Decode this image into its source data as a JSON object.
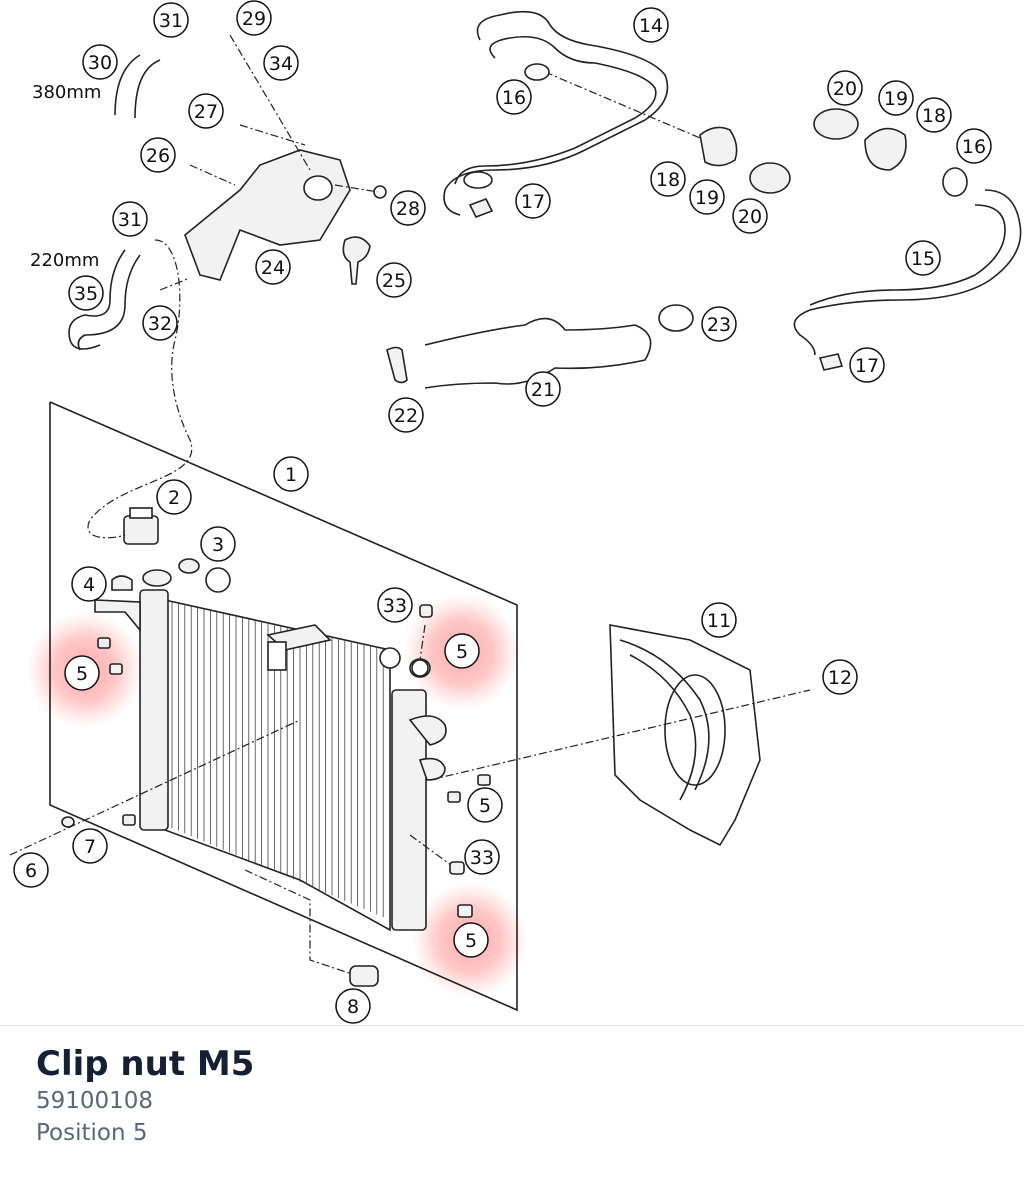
{
  "diagram": {
    "callouts": [
      {
        "id": "c31a",
        "label": "31"
      },
      {
        "id": "c29",
        "label": "29"
      },
      {
        "id": "c30",
        "label": "30"
      },
      {
        "id": "c34",
        "label": "34"
      },
      {
        "id": "c27",
        "label": "27"
      },
      {
        "id": "c26",
        "label": "26"
      },
      {
        "id": "c28",
        "label": "28"
      },
      {
        "id": "c31b",
        "label": "31"
      },
      {
        "id": "c24",
        "label": "24"
      },
      {
        "id": "c25",
        "label": "25"
      },
      {
        "id": "c35",
        "label": "35"
      },
      {
        "id": "c32",
        "label": "32"
      },
      {
        "id": "c14",
        "label": "14"
      },
      {
        "id": "c16a",
        "label": "16"
      },
      {
        "id": "c18a",
        "label": "18"
      },
      {
        "id": "c19a",
        "label": "19"
      },
      {
        "id": "c20a",
        "label": "20"
      },
      {
        "id": "c17a",
        "label": "17"
      },
      {
        "id": "c20b",
        "label": "20"
      },
      {
        "id": "c19b",
        "label": "19"
      },
      {
        "id": "c18b",
        "label": "18"
      },
      {
        "id": "c16b",
        "label": "16"
      },
      {
        "id": "c15",
        "label": "15"
      },
      {
        "id": "c17b",
        "label": "17"
      },
      {
        "id": "c23",
        "label": "23"
      },
      {
        "id": "c21",
        "label": "21"
      },
      {
        "id": "c22",
        "label": "22"
      },
      {
        "id": "c1",
        "label": "1"
      },
      {
        "id": "c2",
        "label": "2"
      },
      {
        "id": "c3",
        "label": "3"
      },
      {
        "id": "c4",
        "label": "4"
      },
      {
        "id": "c33a",
        "label": "33"
      },
      {
        "id": "c5a",
        "label": "5"
      },
      {
        "id": "c5b",
        "label": "5"
      },
      {
        "id": "c11",
        "label": "11"
      },
      {
        "id": "c12",
        "label": "12"
      },
      {
        "id": "c5c",
        "label": "5"
      },
      {
        "id": "c7",
        "label": "7"
      },
      {
        "id": "c6",
        "label": "6"
      },
      {
        "id": "c33b",
        "label": "33"
      },
      {
        "id": "c5d",
        "label": "5"
      },
      {
        "id": "c8",
        "label": "8"
      }
    ],
    "length_labels": [
      "380mm",
      "220mm"
    ],
    "highlight_color": "#ff9a9a"
  },
  "part": {
    "name": "Clip nut M5",
    "number": "59100108",
    "position": "Position 5"
  }
}
